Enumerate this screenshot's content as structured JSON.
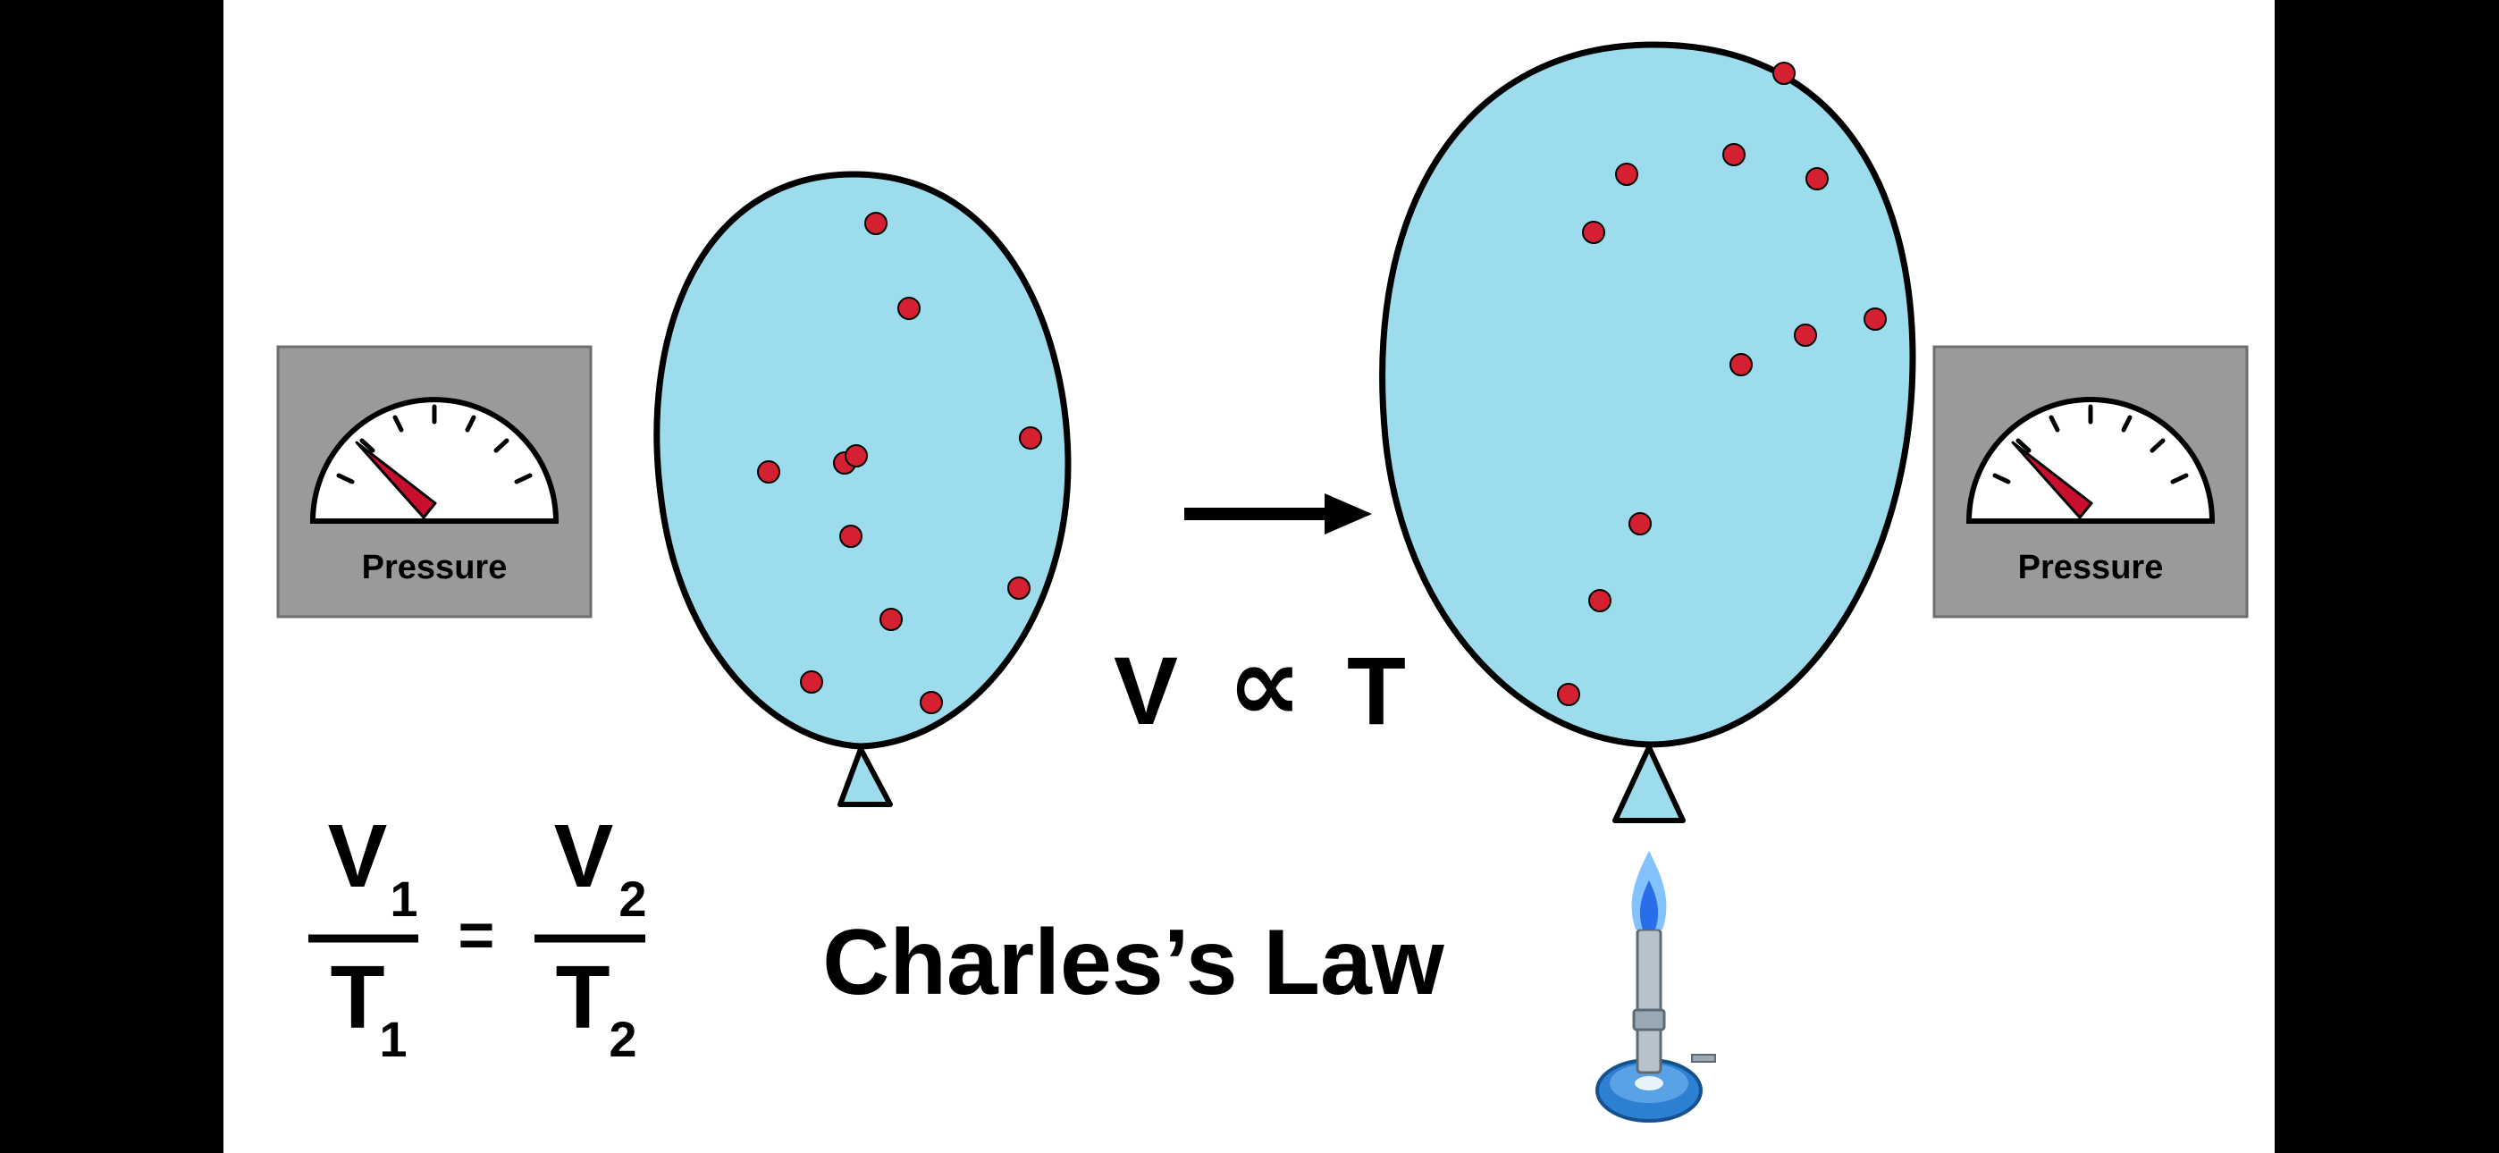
{
  "colors": {
    "background": "#ffffff",
    "letterbox": "#000000",
    "balloon_fill": "#9ddcec",
    "outline": "#000000",
    "particle": "#d42030",
    "gauge_panel": "#9a9a9a",
    "needle": "#c8102e",
    "flame_outer": "#6fb6ff",
    "flame_inner": "#2a6de8",
    "burner_base": "#2d7fd1",
    "burner_tube": "#b7c2cc"
  },
  "gauges": [
    {
      "label": "Pressure"
    },
    {
      "label": "Pressure"
    }
  ],
  "relation": {
    "left": "V",
    "symbol": "∝",
    "right": "T"
  },
  "equation": {
    "v1": "V",
    "v1_sub": "1",
    "t1": "T",
    "t1_sub": "1",
    "equals": "=",
    "v2": "V",
    "v2_sub": "2",
    "t2": "T",
    "t2_sub": "2"
  },
  "title": "Charles’s Law",
  "icons": {
    "arrow": "right-arrow-icon",
    "burner": "bunsen-burner-icon",
    "gauge": "pressure-gauge-icon"
  }
}
